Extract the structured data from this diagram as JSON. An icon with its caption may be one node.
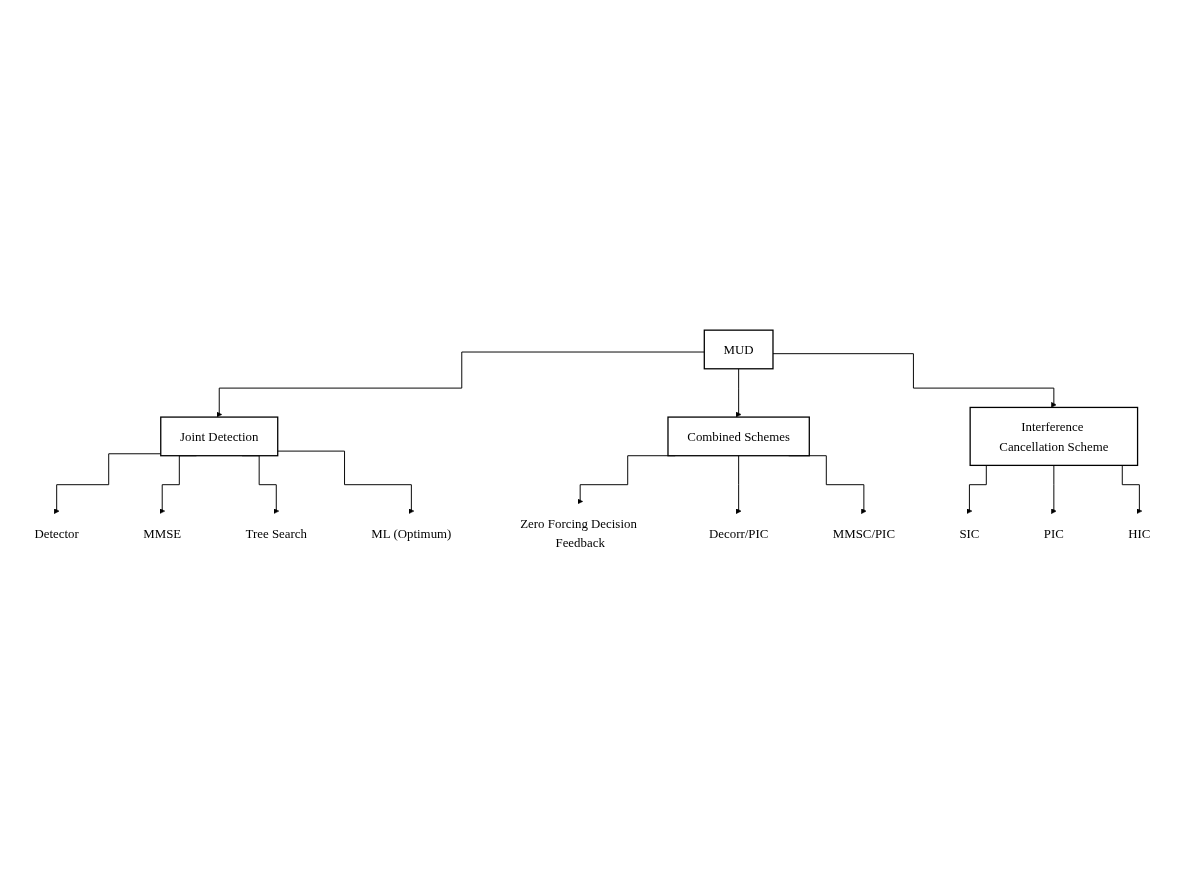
{
  "diagram": {
    "nodes": [
      {
        "text": [
          "MUD"
        ]
      },
      {
        "text": [
          "Joint Detection"
        ]
      },
      {
        "text": [
          "Interference Cancellation Scheme"
        ]
      },
      {
        "text": [
          "Detector"
        ]
      },
      {
        "text": [
          "MMSE"
        ]
      },
      {
        "text": [
          "Tree Search"
        ]
      },
      {
        "text": [
          "ML (Optimum)"
        ]
      },
      {
        "text": [
          "SIC"
        ]
      },
      {
        "text": [
          "PIC"
        ]
      },
      {
        "text": [
          "HIC"
        ]
      },
      {
        "text": [
          "Combined Schemes"
        ]
      },
      {
        "text": [
          "Zero Forcing Decision Feedback"
        ]
      },
      {
        "text": [
          "Decorr/PIC"
        ]
      },
      {
        "text": [
          "MMSC/PIC"
        ]
      }
    ],
    "edges": [
      {
        "from": 0,
        "to": 1,
        "arrow": "to"
      },
      {
        "from": 0,
        "to": 10,
        "arrow": "to"
      },
      {
        "from": 0,
        "to": 2,
        "arrow": "to"
      },
      {
        "from": 1,
        "to": 3,
        "arrow": "to"
      },
      {
        "from": 1,
        "to": 4,
        "arrow": "to"
      },
      {
        "from": 1,
        "to": 5,
        "arrow": "to"
      },
      {
        "from": 1,
        "to": 6,
        "arrow": "to"
      },
      {
        "from": 2,
        "to": 7,
        "arrow": "to"
      },
      {
        "from": 2,
        "to": 8,
        "arrow": "to"
      },
      {
        "from": 2,
        "to": 9,
        "arrow": "to"
      },
      {
        "from": 10,
        "to": 11,
        "arrow": "to"
      },
      {
        "from": 10,
        "to": 12,
        "arrow": "to"
      },
      {
        "from": 10,
        "to": 13,
        "arrow": "to"
      }
    ]
  }
}
